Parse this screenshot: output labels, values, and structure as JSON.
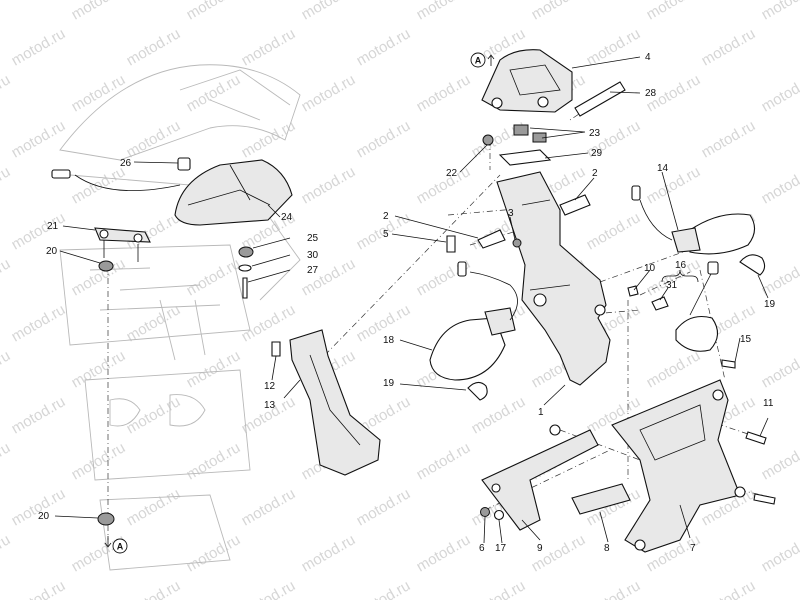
{
  "watermark": "motod.ru",
  "ref_marks": [
    {
      "label": "A",
      "arrow": "up"
    },
    {
      "label": "A",
      "arrow": "down"
    }
  ],
  "callouts": [
    {
      "id": "c1",
      "text": "1"
    },
    {
      "id": "c2a",
      "text": "2"
    },
    {
      "id": "c2b",
      "text": "2"
    },
    {
      "id": "c3",
      "text": "3"
    },
    {
      "id": "c4",
      "text": "4"
    },
    {
      "id": "c5",
      "text": "5"
    },
    {
      "id": "c6",
      "text": "6"
    },
    {
      "id": "c7",
      "text": "7"
    },
    {
      "id": "c8",
      "text": "8"
    },
    {
      "id": "c9",
      "text": "9"
    },
    {
      "id": "c10",
      "text": "10"
    },
    {
      "id": "c11",
      "text": "11"
    },
    {
      "id": "c12",
      "text": "12"
    },
    {
      "id": "c13",
      "text": "13"
    },
    {
      "id": "c14",
      "text": "14"
    },
    {
      "id": "c15",
      "text": "15"
    },
    {
      "id": "c16",
      "text": "16"
    },
    {
      "id": "c17",
      "text": "17"
    },
    {
      "id": "c18",
      "text": "18"
    },
    {
      "id": "c19a",
      "text": "19"
    },
    {
      "id": "c19b",
      "text": "19"
    },
    {
      "id": "c20a",
      "text": "20"
    },
    {
      "id": "c20b",
      "text": "20"
    },
    {
      "id": "c21",
      "text": "21"
    },
    {
      "id": "c22",
      "text": "22"
    },
    {
      "id": "c23",
      "text": "23"
    },
    {
      "id": "c24",
      "text": "24"
    },
    {
      "id": "c25",
      "text": "25"
    },
    {
      "id": "c26",
      "text": "26"
    },
    {
      "id": "c27",
      "text": "27"
    },
    {
      "id": "c28",
      "text": "28"
    },
    {
      "id": "c29",
      "text": "29"
    },
    {
      "id": "c30",
      "text": "30"
    },
    {
      "id": "c31",
      "text": "31"
    }
  ]
}
